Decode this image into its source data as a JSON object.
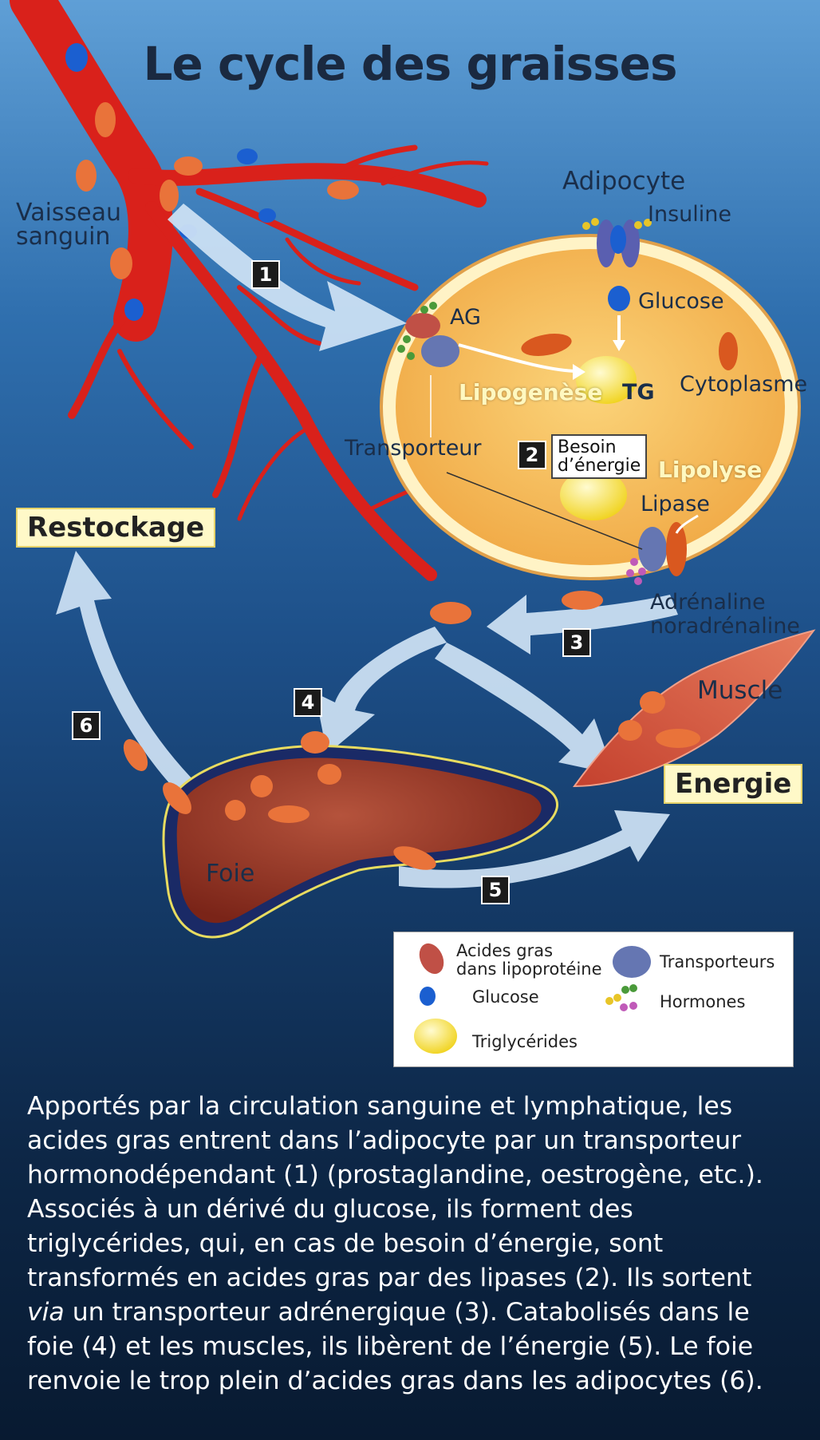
{
  "title": "Le cycle des graisses",
  "labels": {
    "vessel_line1": "Vaisseau",
    "vessel_line2": "sanguin",
    "adipocyte": "Adipocyte",
    "insulin": "Insuline",
    "glucose": "Glucose",
    "ag": "AG",
    "lipogenesis": "Lipogenèse",
    "tg": "TG",
    "cytoplasm": "Cytoplasme",
    "transporter": "Transporteur",
    "besoin_line1": "Besoin",
    "besoin_line2": "d’énergie",
    "lipolysis": "Lipolyse",
    "lipase": "Lipase",
    "adrenaline_line1": "Adrénaline",
    "adrenaline_line2": "noradrénaline",
    "muscle": "Muscle",
    "liver": "Foie"
  },
  "tags": {
    "restockage": "Restockage",
    "energie": "Energie"
  },
  "steps": {
    "s1": "1",
    "s2": "2",
    "s3": "3",
    "s4": "4",
    "s5": "5",
    "s6": "6"
  },
  "legend": {
    "fatty_acids_line1": "Acides gras",
    "fatty_acids_line2": "dans lipoprotéine",
    "glucose": "Glucose",
    "triglycerides": "Triglycérides",
    "transporters": "Transporteurs",
    "hormones": "Hormones"
  },
  "caption_via": "via",
  "caption": [
    "Apportés par la circulation sanguine et lymphatique, les",
    "acides gras entrent dans l’adipocyte par un transporteur",
    "hormonodépendant (1) (prostaglandine, oestrogène, etc.).",
    "Associés à un dérivé du glucose, ils forment des",
    "triglycérides, qui, en cas de besoin d’énergie, sont",
    "transformés en acides gras par des lipases (2). Ils sortent",
    " un transporteur adrénergique (3). Catabolisés dans le",
    "foie (4) et les muscles, ils libèrent de l’énergie (5). Le foie",
    "renvoie le trop plein d’acides gras dans les adipocytes (6)."
  ],
  "colors": {
    "vessel": "#d9211b",
    "cell": "#f6c063",
    "liver": "#9a3a28",
    "tag_fill": "#fff9c8",
    "background_top": "#5f9fd6",
    "background_bottom": "#081a31"
  }
}
